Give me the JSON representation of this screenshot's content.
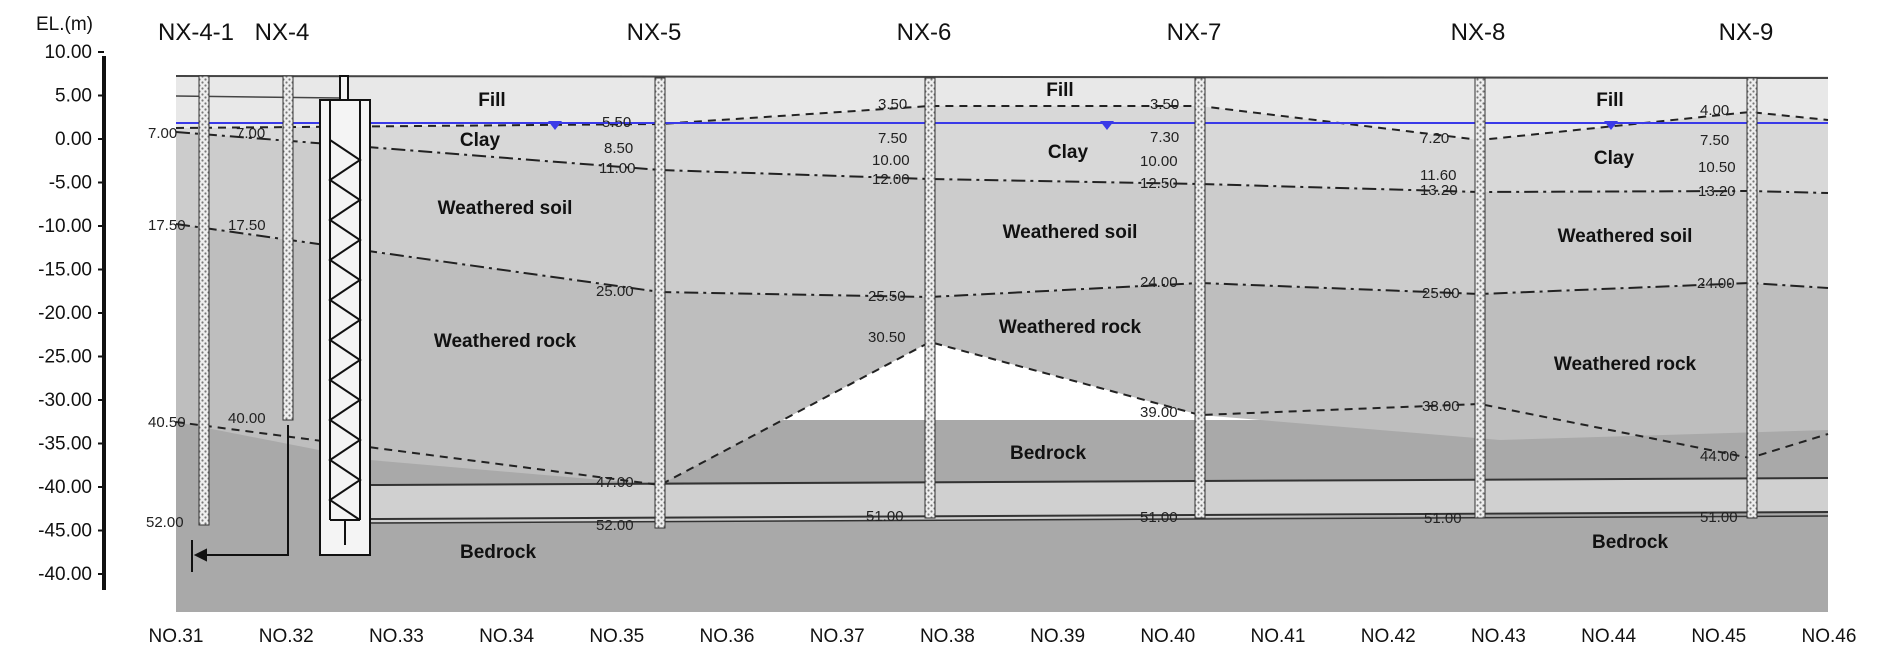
{
  "elevation_axis": {
    "label": "EL.(m)",
    "ticks": [
      "10.00",
      "5.00",
      "0.00",
      "-5.00",
      "-10.00",
      "-15.00",
      "-20.00",
      "-25.00",
      "-30.00",
      "-35.00",
      "-40.00",
      "-45.00",
      "-40.00"
    ]
  },
  "stations": [
    "NO.31",
    "NO.32",
    "NO.33",
    "NO.34",
    "NO.35",
    "NO.36",
    "NO.37",
    "NO.38",
    "NO.39",
    "NO.40",
    "NO.41",
    "NO.42",
    "NO.43",
    "NO.44",
    "NO.45",
    "NO.46"
  ],
  "boreholes": [
    "NX-4-1",
    "NX-4",
    "NX-5",
    "NX-6",
    "NX-7",
    "NX-8",
    "NX-9"
  ],
  "layers": [
    {
      "name": "Fill"
    },
    {
      "name": "Clay"
    },
    {
      "name": "Weathered soil"
    },
    {
      "name": "Weathered rock"
    },
    {
      "name": "Bedrock"
    }
  ],
  "layer_labels": [
    "Fill",
    "Fill",
    "Fill",
    "Clay",
    "Clay",
    "Clay",
    "Weathered soil",
    "Weathered soil",
    "Weathered soil",
    "Weathered rock",
    "Weathered rock",
    "Weathered rock",
    "Bedrock",
    "Bedrock",
    "Bedrock"
  ],
  "depth_labels": {
    "nx41": [
      "7.00",
      "17.50",
      "40.50",
      "52.00"
    ],
    "nx4": [
      "7.00",
      "17.50",
      "40.00"
    ],
    "nx5": [
      "5.50",
      "8.50",
      "11.00",
      "25.00",
      "47.00",
      "52.00"
    ],
    "nx6": [
      "3.50",
      "7.50",
      "10.00",
      "12.00",
      "25.50",
      "30.50",
      "51.00"
    ],
    "nx7": [
      "3.50",
      "7.30",
      "10.00",
      "12.50",
      "24.00",
      "39.00",
      "51.00"
    ],
    "nx8": [
      "7.20",
      "11.60",
      "13.20",
      "25.00",
      "38.00",
      "51.00"
    ],
    "nx9": [
      "4.00",
      "7.50",
      "10.50",
      "13.20",
      "24.00",
      "44.00",
      "51.00"
    ]
  },
  "colors": {
    "fill": "#e9e9e9",
    "clay": "#d8d8d8",
    "weathered_soil": "#cdcdcd",
    "weathered_rock": "#bfbfbf",
    "bedrock": "#a8a8a8",
    "water_table": "#3a3ae8"
  }
}
